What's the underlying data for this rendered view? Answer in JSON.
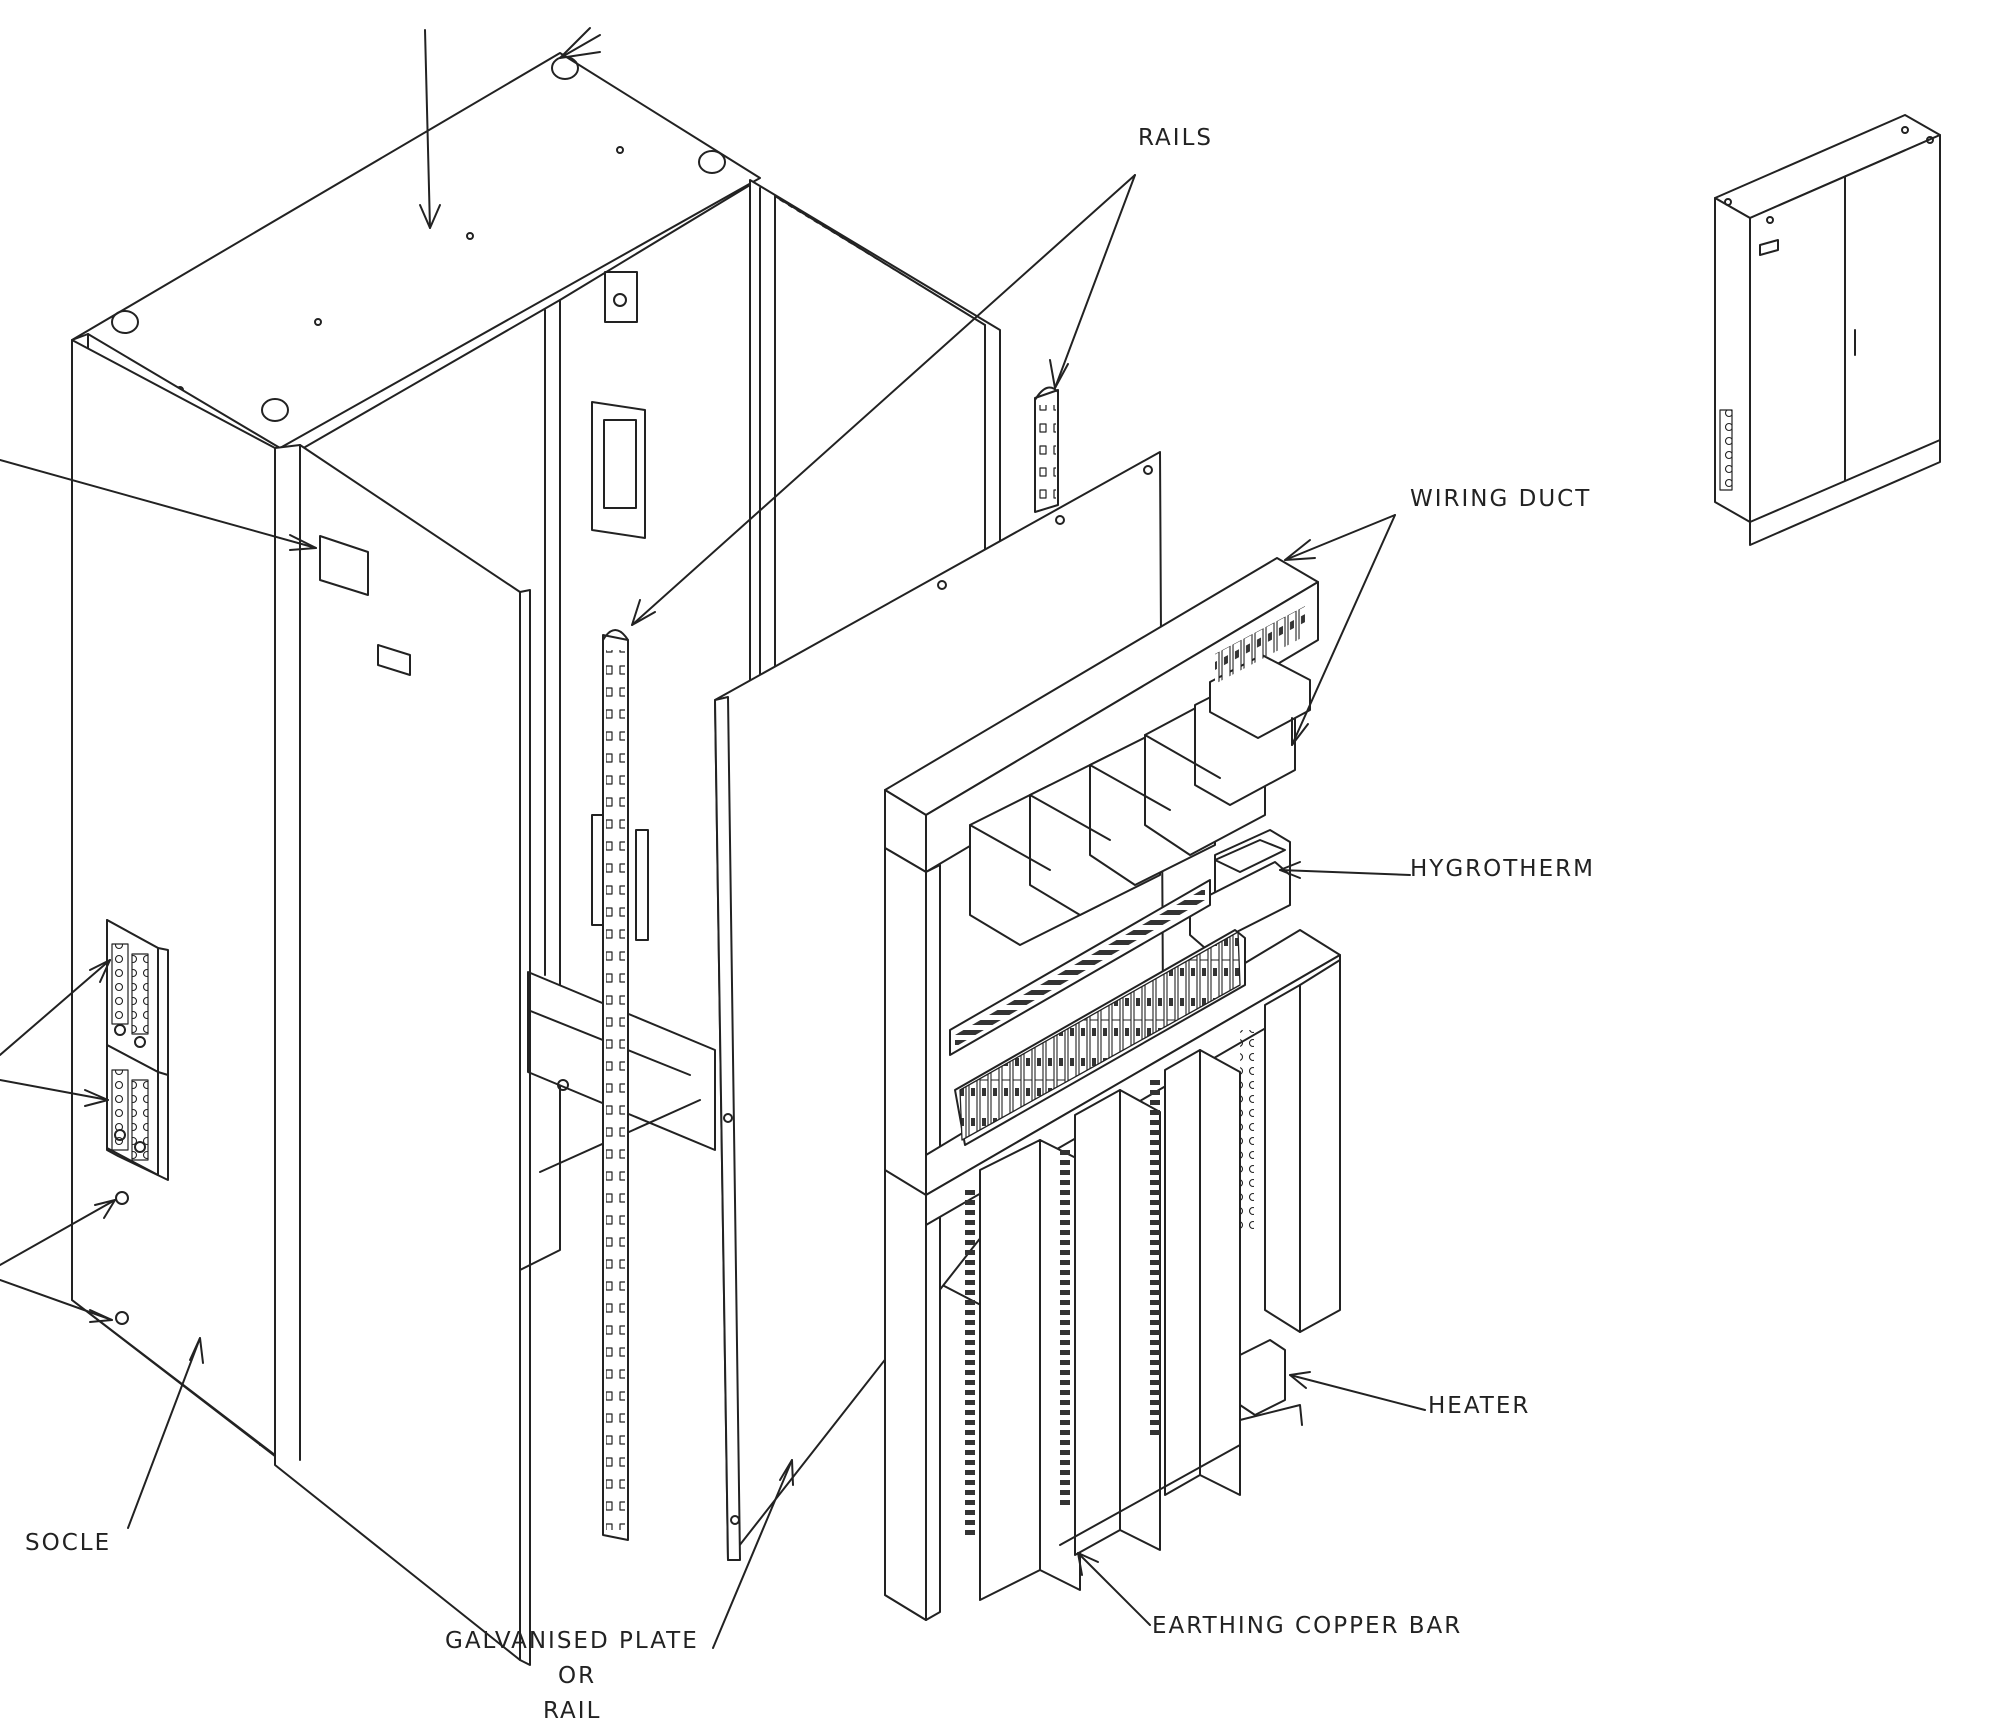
{
  "labels": {
    "rails": "RAILS",
    "wiring_duct": "WIRING DUCT",
    "hygrotherm": "HYGROTHERM",
    "heater": "HEATER",
    "earthing_copper_bar": "EARTHING COPPER BAR",
    "socle": "SOCLE",
    "galvanised_plate_line1": "GALVANISED PLATE",
    "galvanised_plate_line2": "OR",
    "galvanised_plate_line3": "RAIL"
  },
  "colors": {
    "line": "#222222",
    "background": "#ffffff"
  }
}
